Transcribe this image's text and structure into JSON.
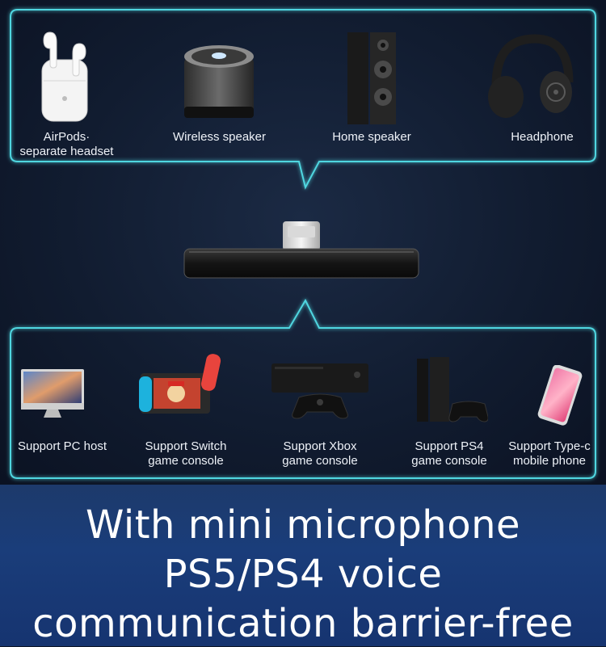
{
  "top_devices": [
    {
      "name": "airpods",
      "label": "AirPods·\nseparate headset"
    },
    {
      "name": "wireless-speaker",
      "label": "Wireless speaker"
    },
    {
      "name": "home-speaker",
      "label": "Home speaker"
    },
    {
      "name": "headphone",
      "label": "Headphone"
    }
  ],
  "bottom_devices": [
    {
      "name": "pc-host",
      "label": "Support PC host"
    },
    {
      "name": "switch",
      "label": "Support Switch\ngame console"
    },
    {
      "name": "xbox",
      "label": "Support Xbox\ngame console"
    },
    {
      "name": "ps4",
      "label": "Support PS4\ngame console"
    },
    {
      "name": "type-c-phone",
      "label": "Support Type-c\nmobile phone"
    }
  ],
  "headline": {
    "line1": "With mini microphone",
    "line2": "PS5/PS4 voice",
    "line3": "communication barrier-free"
  },
  "colors": {
    "frame": "#4fd6e0",
    "background": "#0d1526",
    "band": "#1a3d7a"
  }
}
